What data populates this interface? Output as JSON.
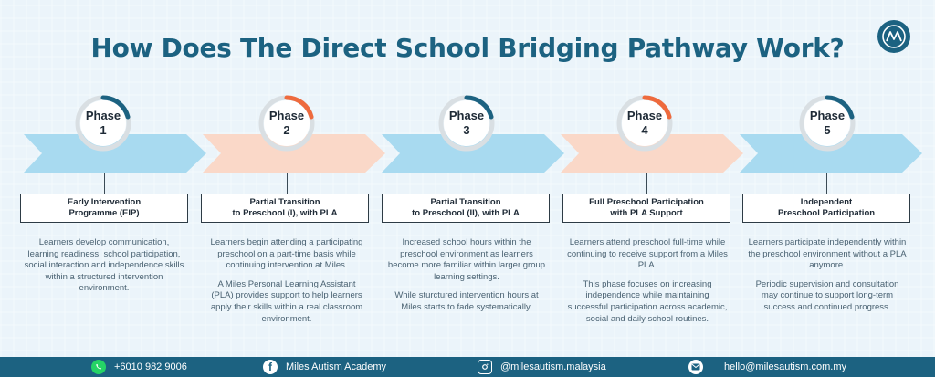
{
  "title": "How Does The Direct School Bridging Pathway Work?",
  "colors": {
    "brand": "#1c6281",
    "blue_arrow": "#a8daf0",
    "peach_arrow": "#fad8c8",
    "blue_accent": "#1c6281",
    "orange_accent": "#ee6a3d"
  },
  "phases": [
    {
      "word": "Phase",
      "number": "1",
      "label_line1": "Early Intervention",
      "label_line2": "Programme (EIP)",
      "paragraphs": [
        "Learners develop communication, learning readiness, school participation, social interaction and independence skills within a structured intervention environment."
      ]
    },
    {
      "word": "Phase",
      "number": "2",
      "label_line1": "Partial Transition",
      "label_line2": "to Preschool (I), with PLA",
      "paragraphs": [
        "Learners begin attending a participating preschool on a part-time basis while continuing intervention at Miles.",
        "A Miles Personal Learning Assistant (PLA) provides support to help learners apply their skills within a real classroom environment."
      ]
    },
    {
      "word": "Phase",
      "number": "3",
      "label_line1": "Partial Transition",
      "label_line2": "to Preschool (II), with PLA",
      "paragraphs": [
        "Increased school hours within the preschool environment as learners become more familiar within larger group learning settings.",
        "While sturctured intervention hours at Miles starts to fade systematically."
      ]
    },
    {
      "word": "Phase",
      "number": "4",
      "label_line1": "Full Preschool Participation",
      "label_line2": "with PLA Support",
      "paragraphs": [
        "Learners attend preschool full-time while continuing to receive support from a Miles PLA.",
        "This phase focuses on increasing independence while maintaining successful participation across academic, social and daily school routines."
      ]
    },
    {
      "word": "Phase",
      "number": "5",
      "label_line1": "Independent",
      "label_line2": "Preschool Participation",
      "paragraphs": [
        "Learners participate independently within the preschool environment without a PLA anymore.",
        "Periodic supervision and consultation may continue to support long-term success and continued progress."
      ]
    }
  ],
  "footer": {
    "phone": "+6010 982 9006",
    "facebook": "Miles Autism Academy",
    "instagram": "@milesautism.malaysia",
    "email": "hello@milesautism.com.my"
  },
  "icons": [
    "whatsapp-icon",
    "facebook-icon",
    "instagram-icon",
    "email-icon",
    "miles-logo-icon"
  ]
}
